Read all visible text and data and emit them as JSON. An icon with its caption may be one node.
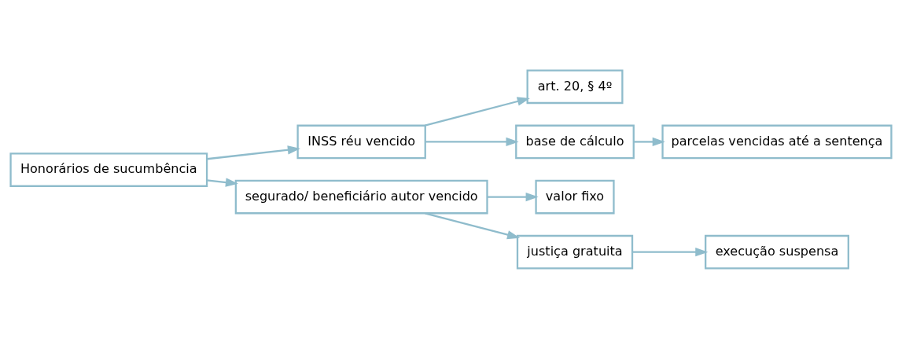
{
  "diagram": {
    "nodes": [
      {
        "text": [
          "Honorários de sucumbência"
        ]
      },
      {
        "text": [
          "INSS réu vencido"
        ]
      },
      {
        "text": [
          "art. 20, § 4º"
        ]
      },
      {
        "text": [
          "base de cálculo"
        ]
      },
      {
        "text": [
          "parcelas vencidas até a sentença"
        ]
      },
      {
        "text": [
          "segurado/ beneficiário autor vencido"
        ]
      },
      {
        "text": [
          "valor fixo"
        ]
      },
      {
        "text": [
          "justiça gratuita"
        ]
      },
      {
        "text": [
          "execução suspensa"
        ]
      }
    ],
    "edges": [
      {
        "from": 0,
        "to": 1,
        "arrow": "to"
      },
      {
        "from": 0,
        "to": 5,
        "arrow": "to"
      },
      {
        "from": 1,
        "to": 2,
        "arrow": "to"
      },
      {
        "from": 1,
        "to": 3,
        "arrow": "to"
      },
      {
        "from": 3,
        "to": 4,
        "arrow": "to"
      },
      {
        "from": 5,
        "to": 6,
        "arrow": "to"
      },
      {
        "from": 5,
        "to": 7,
        "arrow": "to"
      },
      {
        "from": 7,
        "to": 8,
        "arrow": "to"
      }
    ]
  }
}
